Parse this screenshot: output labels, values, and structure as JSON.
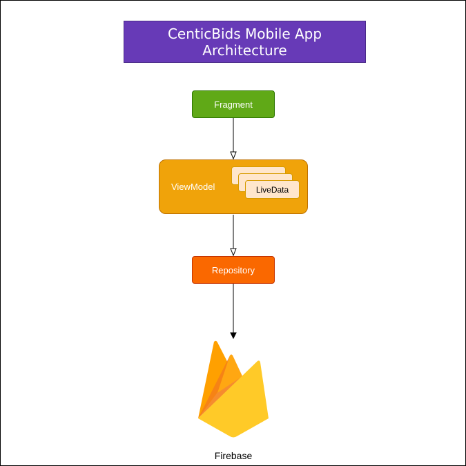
{
  "diagram": {
    "title_line1": "CenticBids Mobile App",
    "title_line2": "Architecture",
    "nodes": {
      "fragment": "Fragment",
      "viewmodel": "ViewModel",
      "livedata": "LiveData",
      "repository": "Repository",
      "firebase": "Firebase"
    }
  },
  "colors": {
    "title_bg": "#673ab7",
    "fragment": "#60a917",
    "viewmodel": "#f0a30a",
    "livedata": "#ffe6cc",
    "repository": "#fa6800",
    "firebase_logo_icon": "firebase-flame"
  }
}
